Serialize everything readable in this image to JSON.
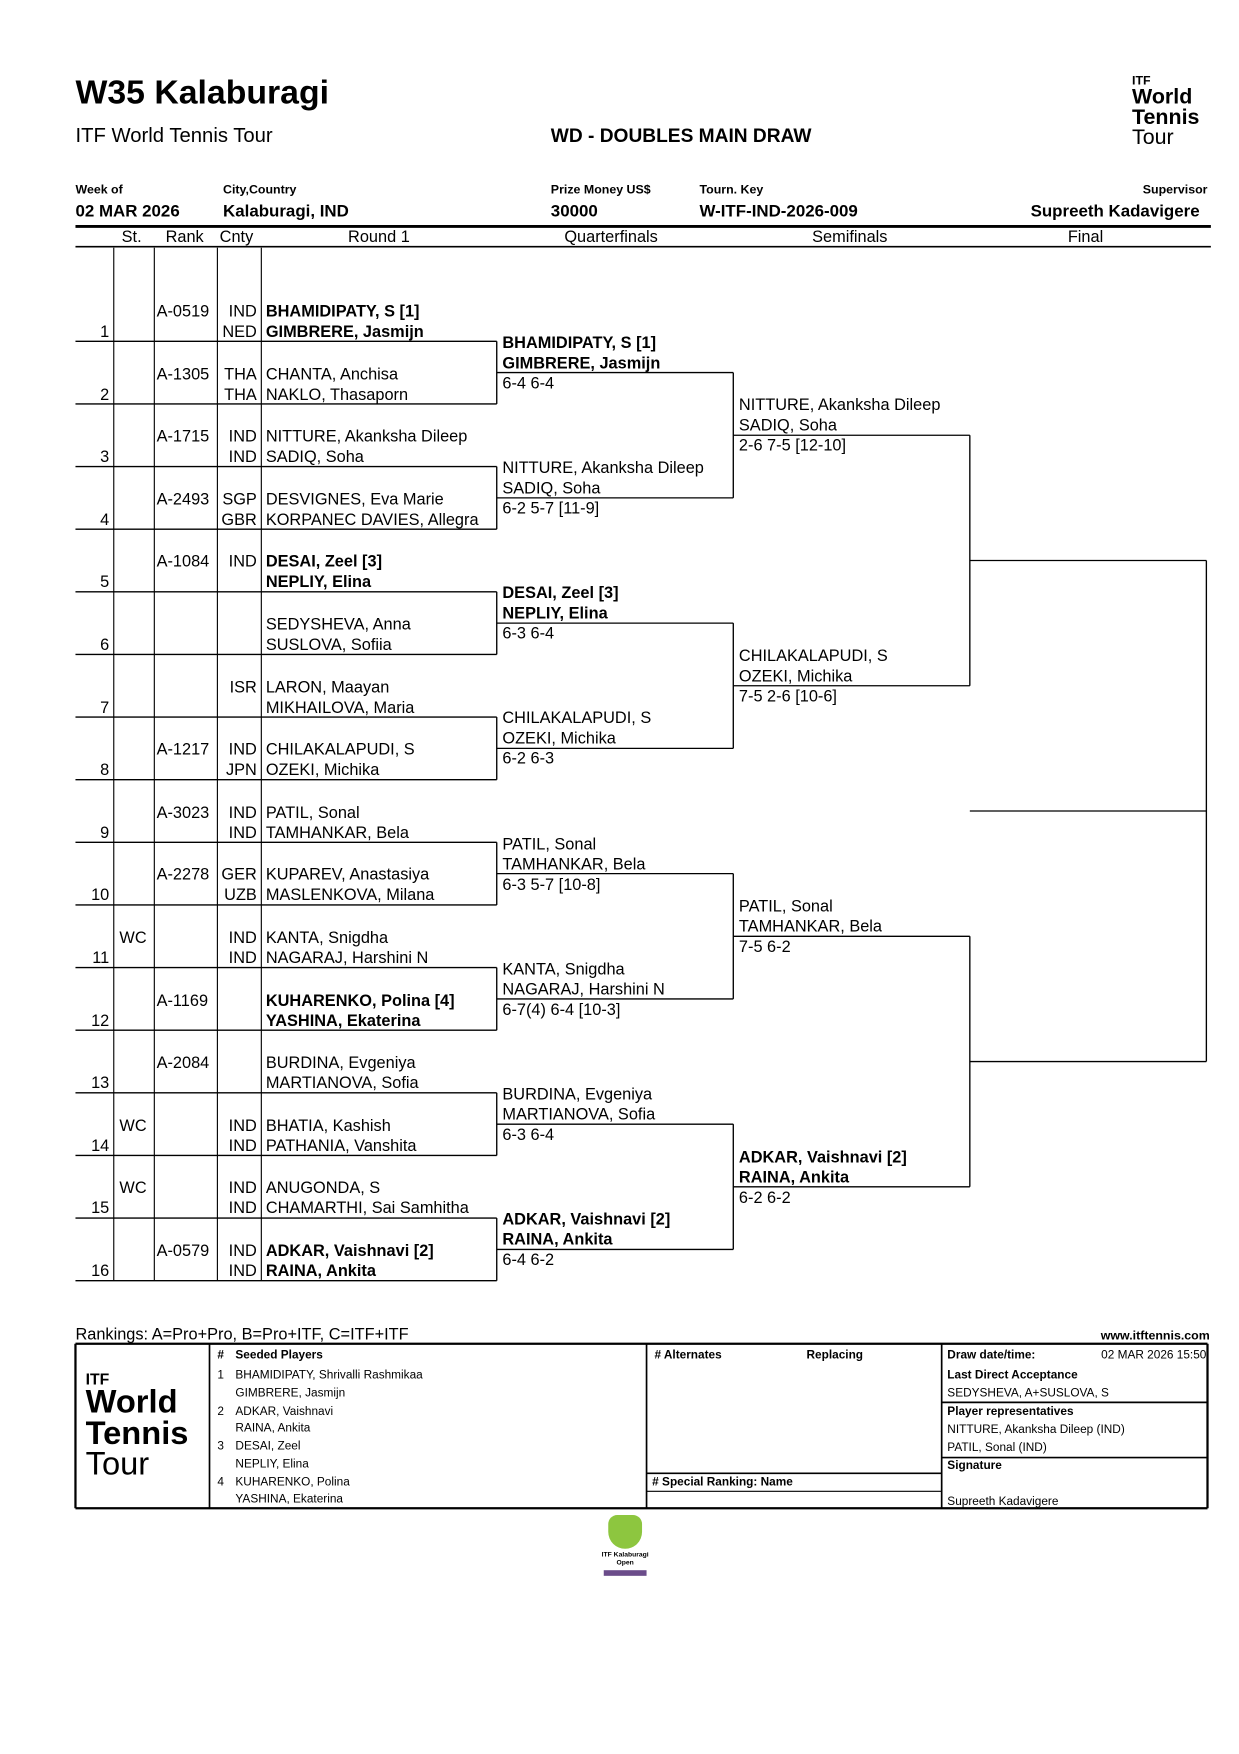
{
  "header": {
    "title": "W35 Kalaburagi",
    "subtitle": "ITF World Tennis Tour",
    "draw_name": "WD - DOUBLES MAIN DRAW",
    "logo_text": [
      "ITF",
      "World",
      "Tennis",
      "Tour"
    ],
    "week_label": "Week of",
    "week_value": "02 MAR 2026",
    "city_label": "City,Country",
    "city_value": "Kalaburagi, IND",
    "prize_label": "Prize Money US$",
    "prize_value": "30000",
    "key_label": "Tourn. Key",
    "key_value": "W-ITF-IND-2026-009",
    "supervisor_label": "Supervisor",
    "supervisor_value": "Supreeth Kadavigere"
  },
  "columns": {
    "st": "St.",
    "rank": "Rank",
    "cnty": "Cnty",
    "r1": "Round 1",
    "qf": "Quarterfinals",
    "sf": "Semifinals",
    "final": "Final"
  },
  "round1": [
    {
      "num": "1",
      "st": "",
      "rank": "A-0519",
      "cnty": [
        "IND",
        "NED"
      ],
      "names": [
        "BHAMIDIPATY, S [1]",
        "GIMBRERE, Jasmijn"
      ],
      "bold": true
    },
    {
      "num": "2",
      "st": "",
      "rank": "A-1305",
      "cnty": [
        "THA",
        "THA"
      ],
      "names": [
        "CHANTA, Anchisa",
        "NAKLO, Thasaporn"
      ],
      "bold": false
    },
    {
      "num": "3",
      "st": "",
      "rank": "A-1715",
      "cnty": [
        "IND",
        "IND"
      ],
      "names": [
        "NITTURE, Akanksha Dileep",
        "SADIQ, Soha"
      ],
      "bold": false
    },
    {
      "num": "4",
      "st": "",
      "rank": "A-2493",
      "cnty": [
        "SGP",
        "GBR"
      ],
      "names": [
        "DESVIGNES, Eva Marie",
        "KORPANEC DAVIES, Allegra"
      ],
      "bold": false
    },
    {
      "num": "5",
      "st": "",
      "rank": "A-1084",
      "cnty": [
        "IND",
        ""
      ],
      "names": [
        "DESAI, Zeel [3]",
        "NEPLIY, Elina"
      ],
      "bold": true
    },
    {
      "num": "6",
      "st": "",
      "rank": "",
      "cnty": [
        "",
        ""
      ],
      "names": [
        "SEDYSHEVA, Anna",
        "SUSLOVA, Sofiia"
      ],
      "bold": false
    },
    {
      "num": "7",
      "st": "",
      "rank": "",
      "cnty": [
        "ISR",
        ""
      ],
      "names": [
        "LARON, Maayan",
        "MIKHAILOVA, Maria"
      ],
      "bold": false
    },
    {
      "num": "8",
      "st": "",
      "rank": "A-1217",
      "cnty": [
        "IND",
        "JPN"
      ],
      "names": [
        "CHILAKALAPUDI, S",
        "OZEKI, Michika"
      ],
      "bold": false
    },
    {
      "num": "9",
      "st": "",
      "rank": "A-3023",
      "cnty": [
        "IND",
        "IND"
      ],
      "names": [
        "PATIL, Sonal",
        "TAMHANKAR, Bela"
      ],
      "bold": false
    },
    {
      "num": "10",
      "st": "",
      "rank": "A-2278",
      "cnty": [
        "GER",
        "UZB"
      ],
      "names": [
        "KUPAREV, Anastasiya",
        "MASLENKOVA, Milana"
      ],
      "bold": false
    },
    {
      "num": "11",
      "st": "WC",
      "rank": "",
      "cnty": [
        "IND",
        "IND"
      ],
      "names": [
        "KANTA, Snigdha",
        "NAGARAJ, Harshini N"
      ],
      "bold": false
    },
    {
      "num": "12",
      "st": "",
      "rank": "A-1169",
      "cnty": [
        "",
        ""
      ],
      "names": [
        "KUHARENKO, Polina [4]",
        "YASHINA, Ekaterina"
      ],
      "bold": true
    },
    {
      "num": "13",
      "st": "",
      "rank": "A-2084",
      "cnty": [
        "",
        ""
      ],
      "names": [
        "BURDINA, Evgeniya",
        "MARTIANOVA, Sofia"
      ],
      "bold": false
    },
    {
      "num": "14",
      "st": "WC",
      "rank": "",
      "cnty": [
        "IND",
        "IND"
      ],
      "names": [
        "BHATIA, Kashish",
        "PATHANIA, Vanshita"
      ],
      "bold": false
    },
    {
      "num": "15",
      "st": "WC",
      "rank": "",
      "cnty": [
        "IND",
        "IND"
      ],
      "names": [
        "ANUGONDA, S",
        "CHAMARTHI, Sai Samhitha"
      ],
      "bold": false
    },
    {
      "num": "16",
      "st": "",
      "rank": "A-0579",
      "cnty": [
        "IND",
        "IND"
      ],
      "names": [
        "ADKAR, Vaishnavi [2]",
        "RAINA, Ankita"
      ],
      "bold": true
    }
  ],
  "quarterfinals": [
    {
      "names": [
        "BHAMIDIPATY, S [1]",
        "GIMBRERE, Jasmijn"
      ],
      "score": "6-4 6-4",
      "bold": true
    },
    {
      "names": [
        "NITTURE, Akanksha Dileep",
        "SADIQ, Soha"
      ],
      "score": "6-2 5-7 [11-9]",
      "bold": false
    },
    {
      "names": [
        "DESAI, Zeel [3]",
        "NEPLIY, Elina"
      ],
      "score": "6-3 6-4",
      "bold": true
    },
    {
      "names": [
        "CHILAKALAPUDI, S",
        "OZEKI, Michika"
      ],
      "score": "6-2 6-3",
      "bold": false
    },
    {
      "names": [
        "PATIL, Sonal",
        "TAMHANKAR, Bela"
      ],
      "score": "6-3 5-7 [10-8]",
      "bold": false
    },
    {
      "names": [
        "KANTA, Snigdha",
        "NAGARAJ, Harshini N"
      ],
      "score": "6-7(4) 6-4 [10-3]",
      "bold": false
    },
    {
      "names": [
        "BURDINA, Evgeniya",
        "MARTIANOVA, Sofia"
      ],
      "score": "6-3 6-4",
      "bold": false
    },
    {
      "names": [
        "ADKAR, Vaishnavi [2]",
        "RAINA, Ankita"
      ],
      "score": "6-4 6-2",
      "bold": true
    }
  ],
  "semifinals": [
    {
      "names": [
        "NITTURE, Akanksha Dileep",
        "SADIQ, Soha"
      ],
      "score": "2-6 7-5 [12-10]",
      "bold": false
    },
    {
      "names": [
        "CHILAKALAPUDI, S",
        "OZEKI, Michika"
      ],
      "score": "7-5 2-6 [10-6]",
      "bold": false
    },
    {
      "names": [
        "PATIL, Sonal",
        "TAMHANKAR, Bela"
      ],
      "score": "7-5 6-2",
      "bold": false
    },
    {
      "names": [
        "ADKAR, Vaishnavi [2]",
        "RAINA, Ankita"
      ],
      "score": "6-2 6-2",
      "bold": true
    }
  ],
  "footer": {
    "rankings_note": "Rankings: A=Pro+Pro, B=Pro+ITF, C=ITF+ITF",
    "website": "www.itftennis.com",
    "seeded_header": "Seeded Players",
    "hash": "#",
    "seeds": [
      {
        "num": "1",
        "names": [
          "BHAMIDIPATY, Shrivalli Rashmikaa",
          "GIMBRERE, Jasmijn"
        ]
      },
      {
        "num": "2",
        "names": [
          "ADKAR, Vaishnavi",
          "RAINA, Ankita"
        ]
      },
      {
        "num": "3",
        "names": [
          "DESAI, Zeel",
          "NEPLIY, Elina"
        ]
      },
      {
        "num": "4",
        "names": [
          "KUHARENKO, Polina",
          "YASHINA, Ekaterina"
        ]
      }
    ],
    "alternates_header": "# Alternates",
    "replacing_header": "Replacing",
    "special_ranking_header": "#  Special Ranking: Name",
    "draw_date_label": "Draw date/time:",
    "draw_date_value": "02 MAR 2026 15:50",
    "lda_label": "Last Direct Acceptance",
    "lda_value": "SEDYSHEVA, A+SUSLOVA, S",
    "reps_label": "Player representatives",
    "reps": [
      "NITTURE, Akanksha Dileep (IND)",
      "PATIL, Sonal (IND)"
    ],
    "signature_label": "Signature",
    "signature_value": "Supreeth Kadavigere",
    "sponsor_logo_text": "ITF Kalaburagi Open"
  },
  "colors": {
    "sponsor_green": "#8dc63f",
    "sponsor_purple": "#6b4c8a"
  }
}
